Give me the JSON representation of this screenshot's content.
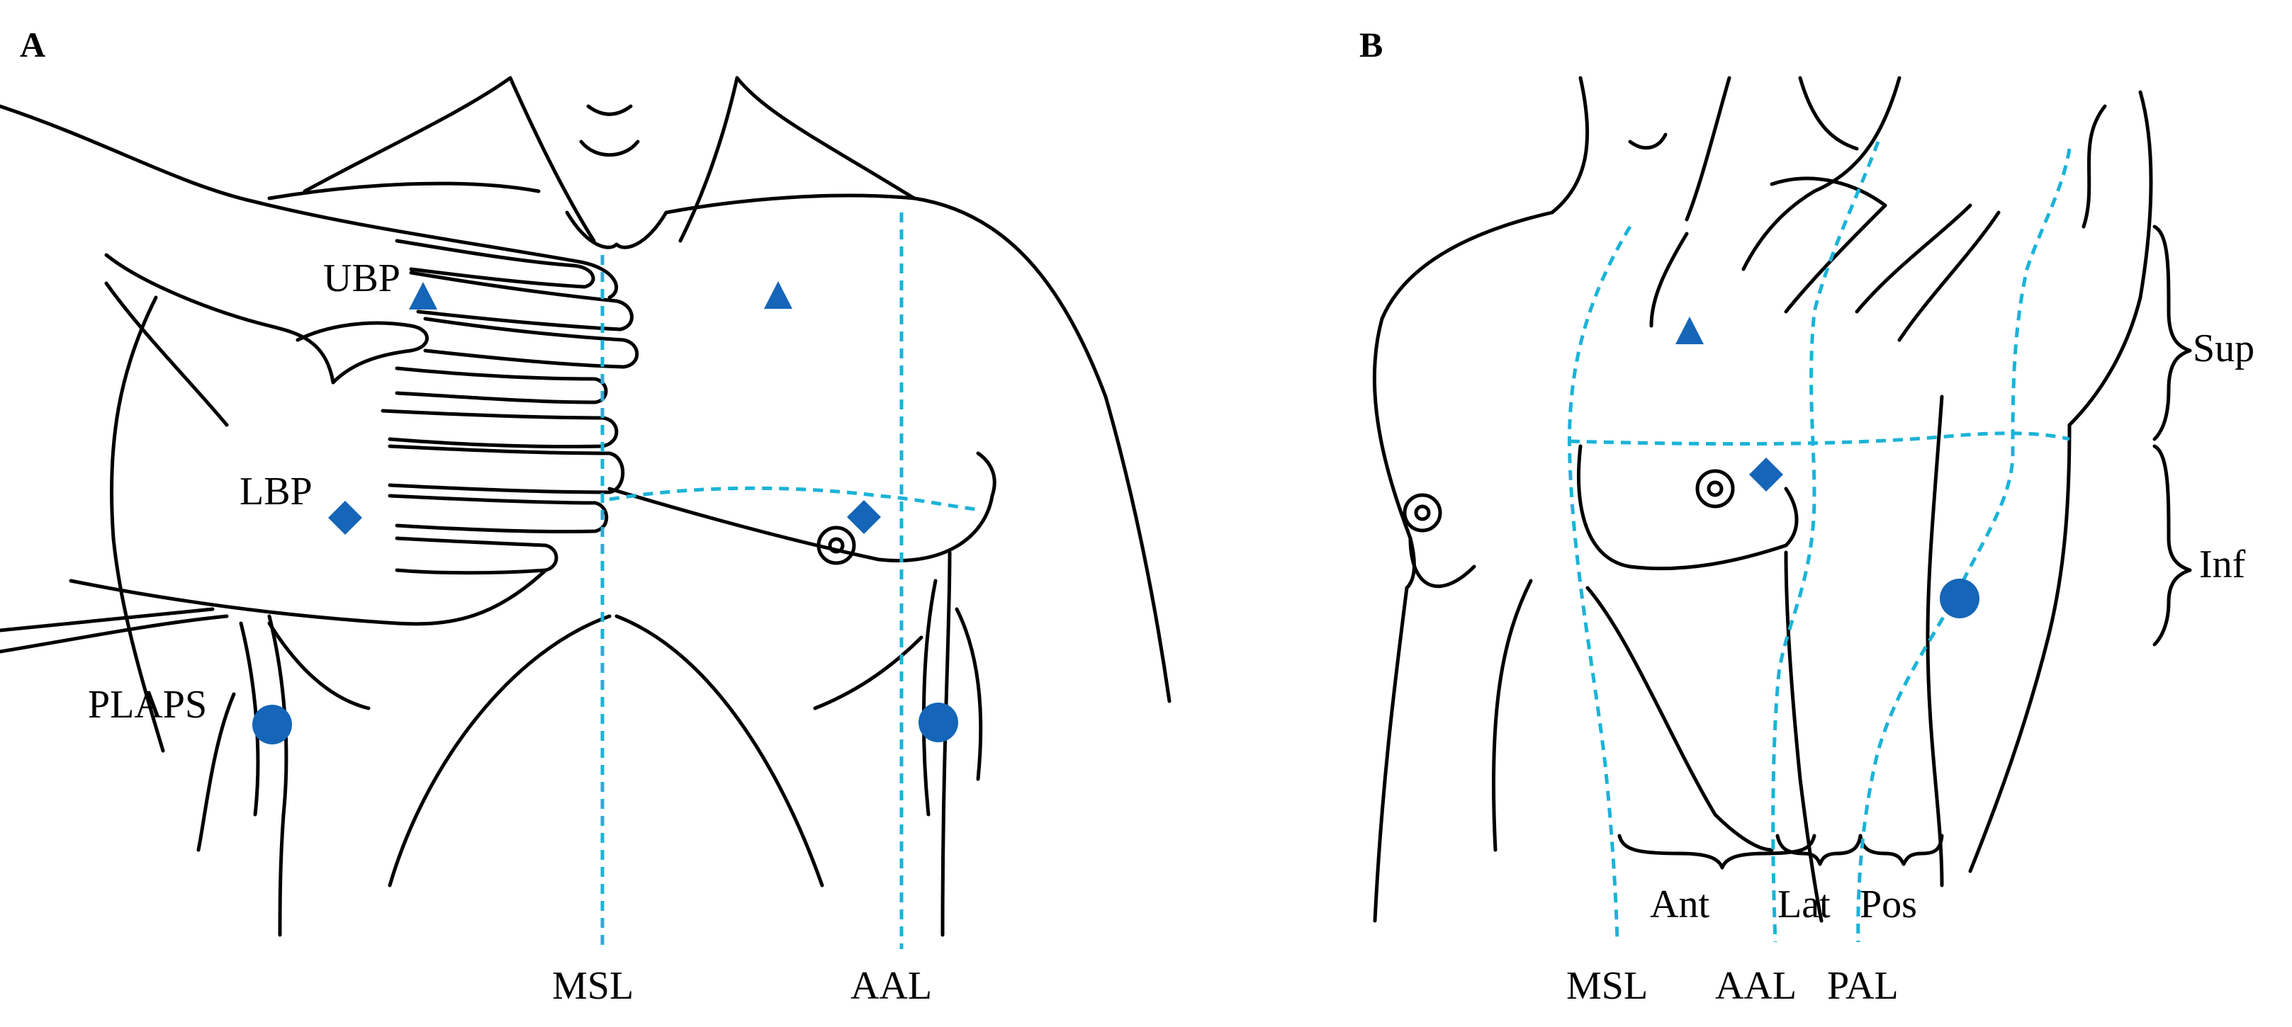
{
  "colors": {
    "guide_line": "#1bb3d8",
    "marker": "#1565b8",
    "outline": "#000000"
  },
  "panel_a": {
    "letter": "A",
    "labels": {
      "ubp": "UBP",
      "lbp": "LBP",
      "plaps": "PLAPS",
      "msl": "MSL",
      "aal": "AAL"
    }
  },
  "panel_b": {
    "letter": "B",
    "labels": {
      "sup": "Sup",
      "inf": "Inf",
      "ant": "Ant",
      "lat": "Lat",
      "pos": "Pos",
      "msl": "MSL",
      "aal": "AAL",
      "pal": "PAL"
    }
  },
  "marker_shapes": {
    "upper_blue_point": "triangle",
    "lower_blue_point": "diamond",
    "plaps_point": "circle",
    "nipple": "concentric-circles"
  }
}
